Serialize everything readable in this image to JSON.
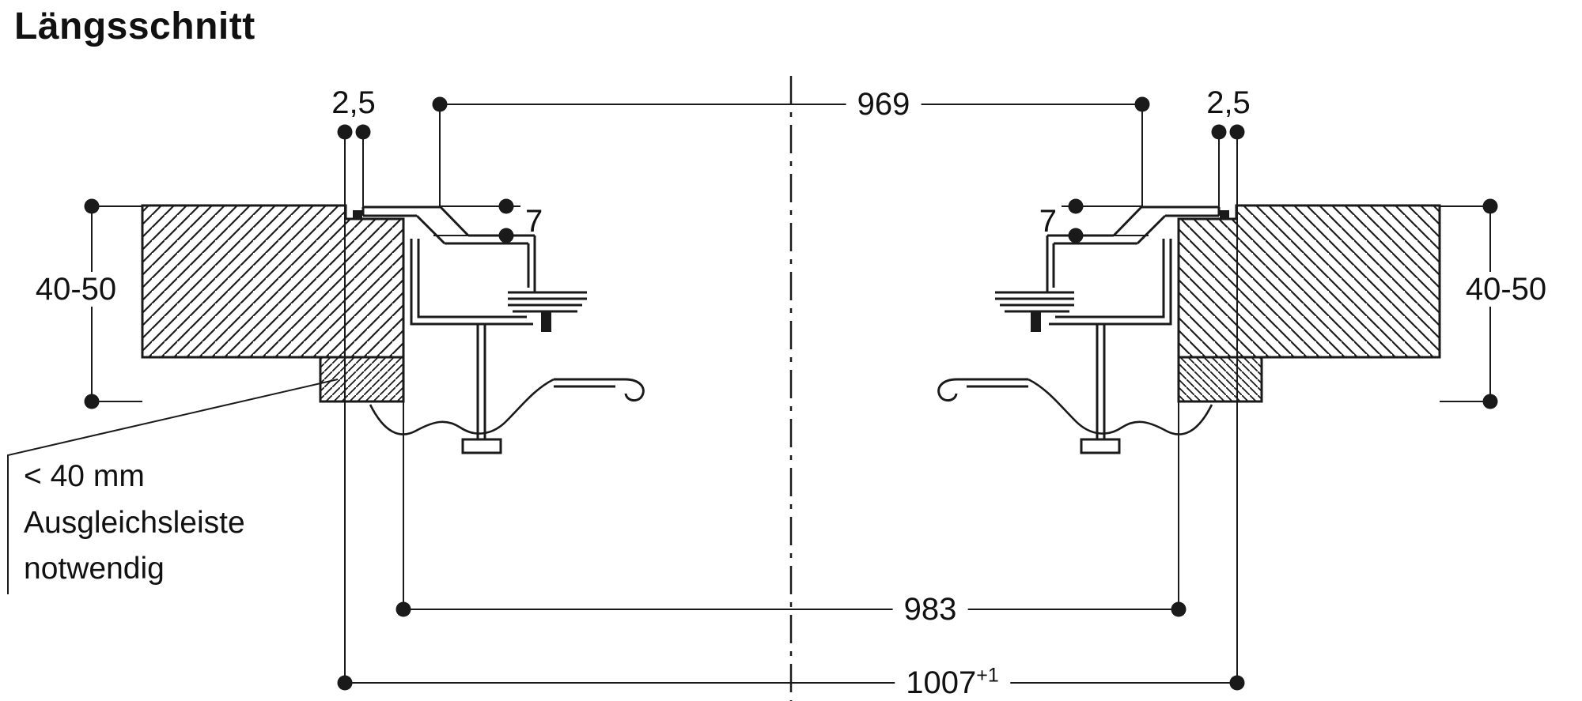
{
  "title": "Längsschnitt",
  "labels": {
    "gap_top_left": "2,5",
    "gap_top_right": "2,5",
    "appliance_width": "969",
    "recess_depth_left": "7",
    "recess_depth_right": "7",
    "worktop_thickness_left": "40-50",
    "worktop_thickness_right": "40-50",
    "cutout_width": "983",
    "overall_width": {
      "value": "1007",
      "superscript": "+1"
    }
  },
  "note": {
    "line1": "< 40 mm",
    "line2": "Ausgleichsleiste",
    "line3": "notwendig"
  },
  "colors": {
    "line": "#1a1a1a",
    "background": "#ffffff"
  }
}
